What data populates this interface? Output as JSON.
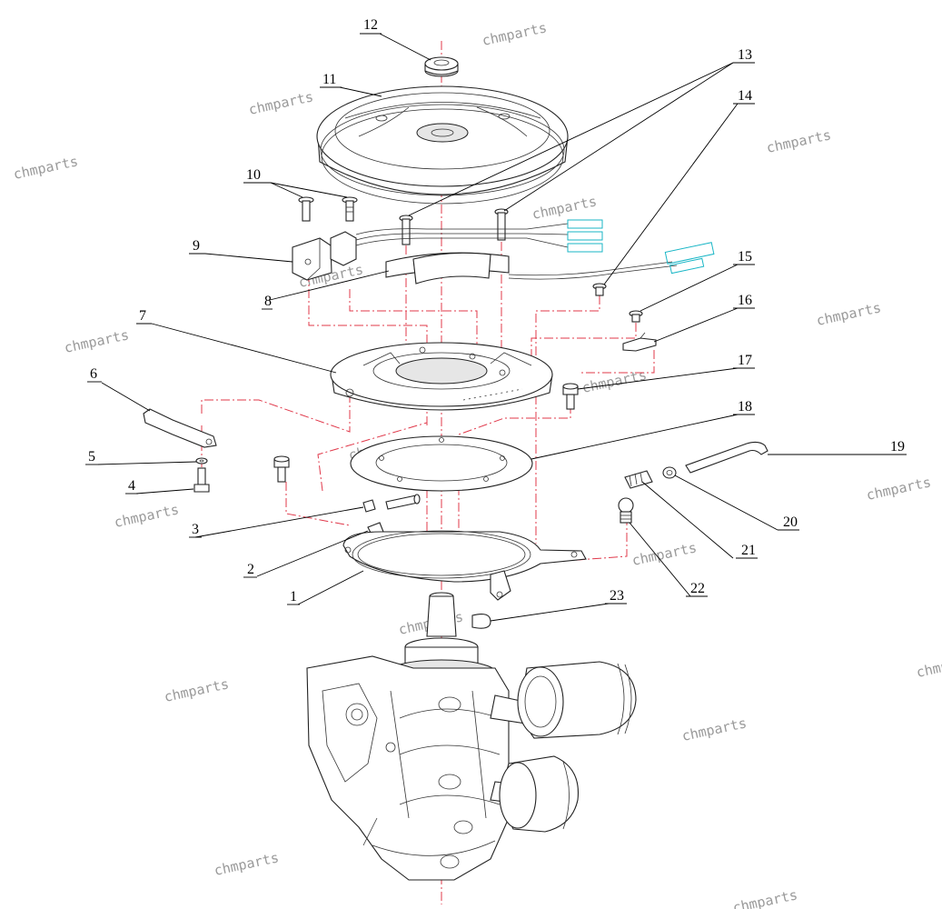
{
  "watermark": "chmparts",
  "callouts": [
    {
      "id": "12",
      "label": "12"
    },
    {
      "id": "11",
      "label": "11"
    },
    {
      "id": "13",
      "label": "13"
    },
    {
      "id": "14",
      "label": "14"
    },
    {
      "id": "10",
      "label": "10"
    },
    {
      "id": "9",
      "label": "9"
    },
    {
      "id": "8",
      "label": "8"
    },
    {
      "id": "15",
      "label": "15"
    },
    {
      "id": "16",
      "label": "16"
    },
    {
      "id": "7",
      "label": "7"
    },
    {
      "id": "6",
      "label": "6"
    },
    {
      "id": "17",
      "label": "17"
    },
    {
      "id": "18",
      "label": "18"
    },
    {
      "id": "5",
      "label": "5"
    },
    {
      "id": "19",
      "label": "19"
    },
    {
      "id": "4",
      "label": "4"
    },
    {
      "id": "3",
      "label": "3"
    },
    {
      "id": "20",
      "label": "20"
    },
    {
      "id": "21",
      "label": "21"
    },
    {
      "id": "2",
      "label": "2"
    },
    {
      "id": "22",
      "label": "22"
    },
    {
      "id": "1",
      "label": "1"
    },
    {
      "id": "23",
      "label": "23"
    }
  ],
  "colors": {
    "axis_line": "#e0384a",
    "connector_highlight": "#19b6c6",
    "watermark": "#9a9a9a"
  }
}
